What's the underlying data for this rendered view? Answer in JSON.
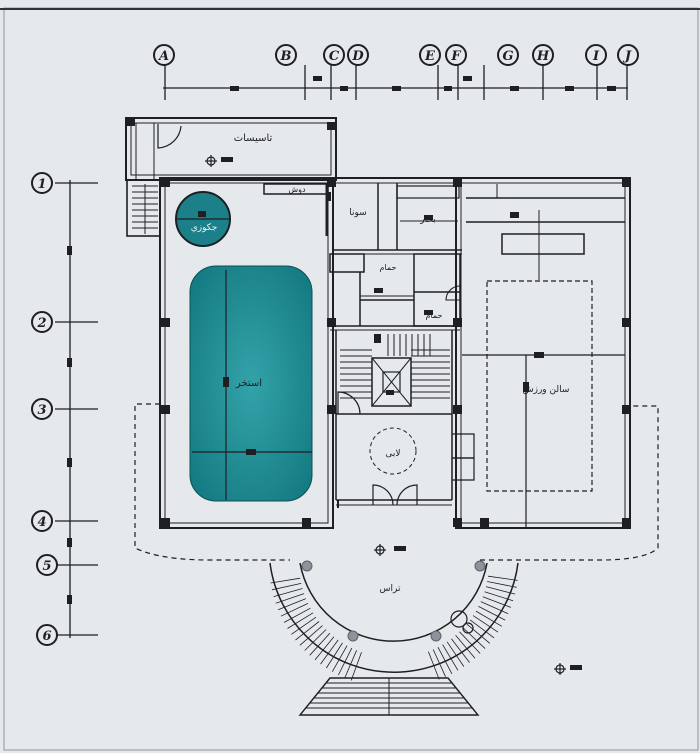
{
  "grid": {
    "columns": [
      "A",
      "B",
      "C",
      "D",
      "E",
      "F",
      "G",
      "H",
      "I",
      "J"
    ],
    "rows": [
      "1",
      "2",
      "3",
      "4",
      "5",
      "6"
    ]
  },
  "rooms": {
    "storage": "تاسيسات",
    "jacuzzi": "جكوزي",
    "shower": "دوش",
    "sauna": "سونا",
    "steam": "بخار",
    "bath_1": "حمام",
    "bath_2": "حمام",
    "pool": "استخر",
    "lobby": "لابی",
    "gym": "سالن ورزش",
    "terrace": "تراس"
  },
  "colors": {
    "water": "#1c8a92",
    "line": "#1d1f22",
    "paper": "#e6e9ec"
  }
}
